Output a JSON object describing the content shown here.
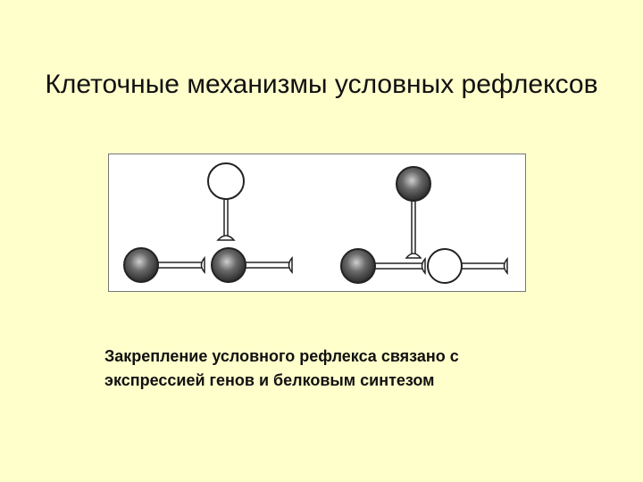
{
  "slide": {
    "title": "Клеточные механизмы условных рефлексов",
    "caption_lines": [
      "Закрепление условного рефлекса связано с",
      "экспрессией генов и белковым синтезом"
    ]
  },
  "diagram": {
    "neuron_active_color": "#555555",
    "neuron_inactive_color": "#ffffff",
    "stroke_color": "#222222",
    "panels": [
      {
        "name": "left-panel",
        "top_neuron": "inactive",
        "bottom_left_neuron": "active",
        "bottom_right_neuron": "active"
      },
      {
        "name": "right-panel",
        "top_neuron": "active",
        "bottom_left_neuron": "active",
        "bottom_right_neuron": "inactive"
      }
    ]
  }
}
